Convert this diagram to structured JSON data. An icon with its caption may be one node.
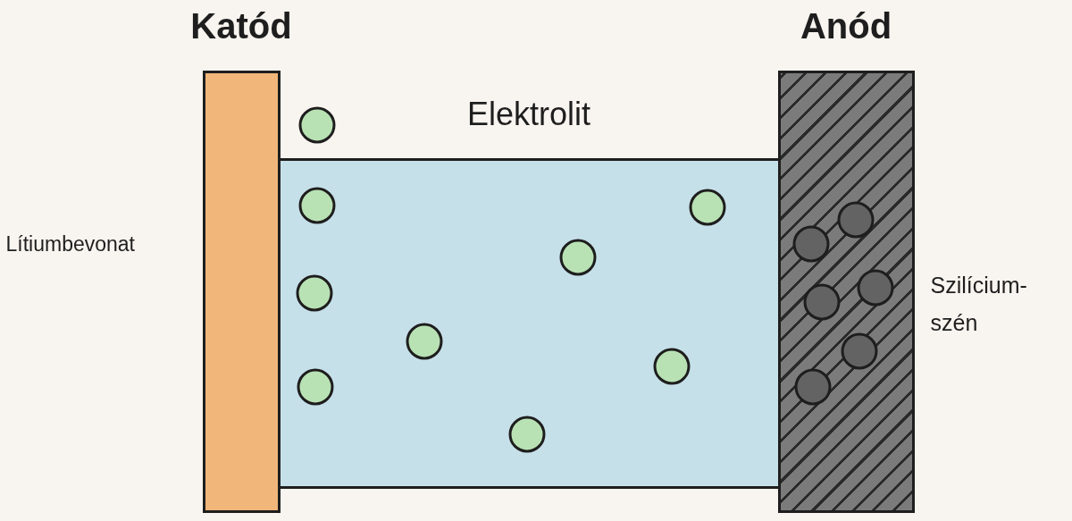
{
  "diagram": {
    "nodes": [
      {
        "text": [
          "Katód"
        ],
        "beside": [
          "Lítiumbevonat"
        ]
      },
      {
        "text": [
          "Elektrolit"
        ]
      },
      {
        "text": [
          "Anód"
        ],
        "beside": [
          "Szilícium-szén"
        ]
      }
    ]
  }
}
